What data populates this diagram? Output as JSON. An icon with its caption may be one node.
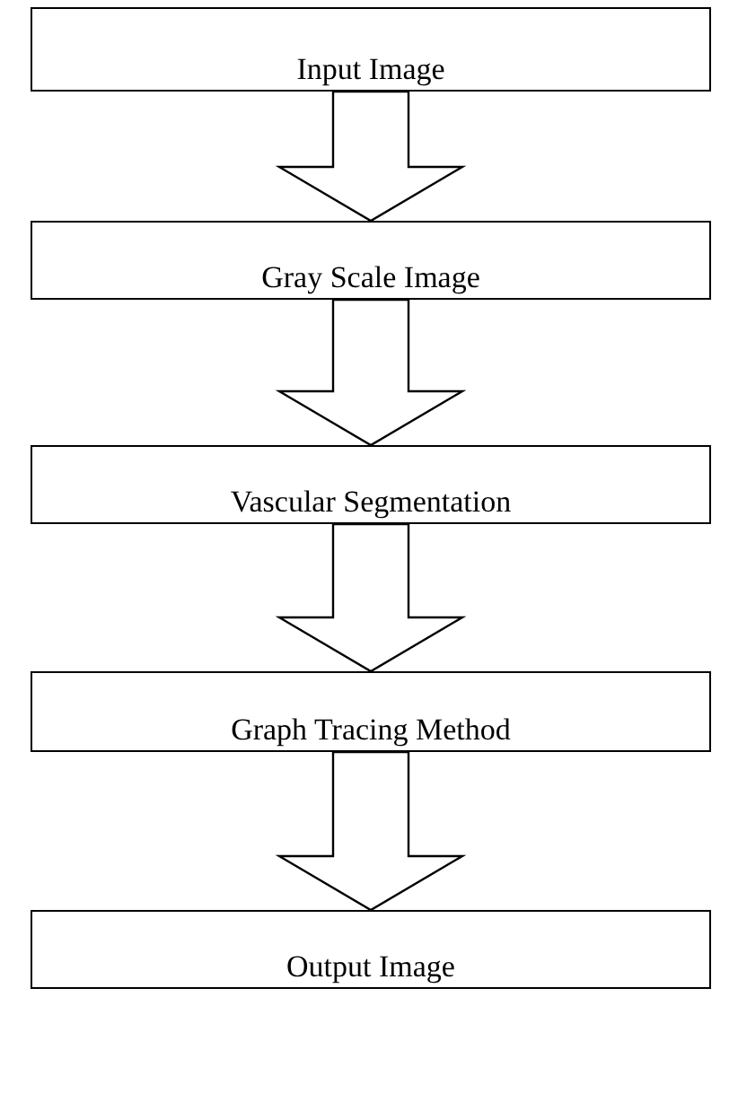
{
  "diagram": {
    "nodes": [
      {
        "text": [
          "Input Image"
        ]
      },
      {
        "text": [
          "Gray Scale Image"
        ]
      },
      {
        "text": [
          "Vascular Segmentation"
        ]
      },
      {
        "text": [
          "Graph Tracing Method"
        ]
      },
      {
        "text": [
          "Output Image"
        ]
      }
    ],
    "edges": [
      {
        "from": 0,
        "to": 1,
        "arrow": "to"
      },
      {
        "from": 1,
        "to": 2,
        "arrow": "to"
      },
      {
        "from": 2,
        "to": 3,
        "arrow": "to"
      },
      {
        "from": 3,
        "to": 4,
        "arrow": "to"
      }
    ]
  }
}
